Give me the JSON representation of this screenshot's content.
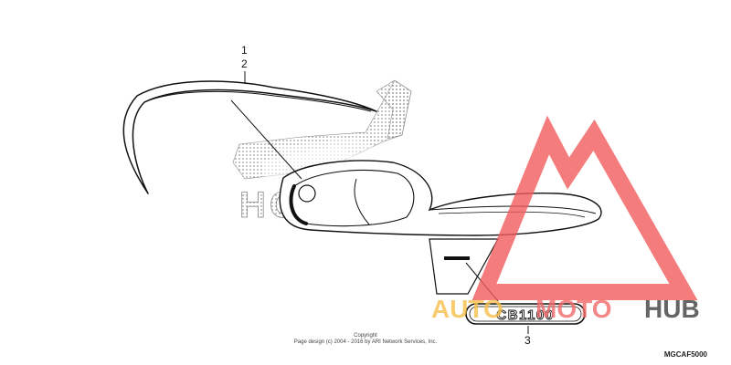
{
  "callouts": {
    "part_1": "1",
    "part_2": "2",
    "part_3": "3"
  },
  "honda_wordmark": "HONDA",
  "emblem_text": "CB1100",
  "copyright": {
    "line1": "Copyright",
    "line2": "Page design (c) 2004 - 2016 by ARI Network Services, Inc."
  },
  "diagram_code": "MGCAF5000",
  "watermark": {
    "word_left": "AUTO",
    "word_mid": "MOTO",
    "word_right": "HUB",
    "colors": {
      "triangle": "#f25b5b",
      "auto": "#f7c04a",
      "moto": "#f26a6a",
      "hub": "#555555"
    }
  },
  "colors": {
    "line_art": "#111111",
    "dotted_logo": "#9a9a9a"
  }
}
